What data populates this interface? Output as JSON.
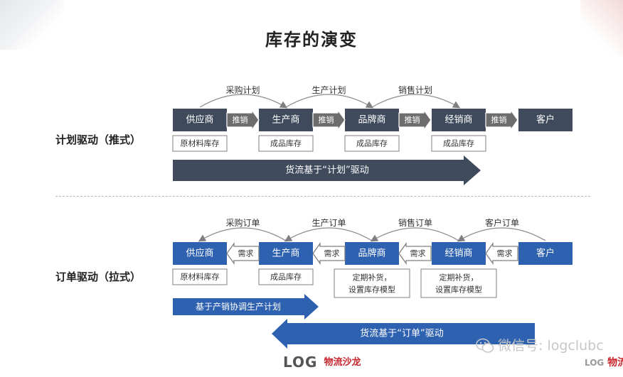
{
  "title": "库存的演变",
  "colors": {
    "box_dark": "#3f4a5c",
    "box_blue": "#2e62b0",
    "arrow_gray_fill": "#ffffff",
    "arrow_gray_stroke": "#7f7f7f",
    "divider": "#b8b8b8"
  },
  "push": {
    "label": "计划驱动（推式）",
    "stages": [
      "供应商",
      "生产商",
      "品牌商",
      "经销商",
      "客户"
    ],
    "connectors": [
      "推销",
      "推销",
      "推销",
      "推销"
    ],
    "inventory": [
      "原材料库存",
      "成品库存",
      "成品库存",
      "成品库存"
    ],
    "plans": [
      "采购计划",
      "生产计划",
      "销售计划"
    ],
    "flow": "货流基于“计划”驱动"
  },
  "pull": {
    "label": "订单驱动（拉式）",
    "stages": [
      "供应商",
      "生产商",
      "品牌商",
      "经销商",
      "客户"
    ],
    "connectors": [
      "需求",
      "需求",
      "需求",
      "需求"
    ],
    "inventory": [
      "原材料库存",
      "成品库存",
      "定期补货，设置库存模型",
      "定期补货，设置库存模型"
    ],
    "orders": [
      "采购订单",
      "生产订单",
      "销售订单",
      "客户订单"
    ],
    "coordination": "基于产销协调生产计划",
    "flow": "货流基于“订单”驱动"
  },
  "watermark": "微信号: logclubc",
  "logo": {
    "text": "LOG",
    "cn": "物流沙龙"
  },
  "logo_right": {
    "text": "LOG",
    "cn": "物流"
  }
}
